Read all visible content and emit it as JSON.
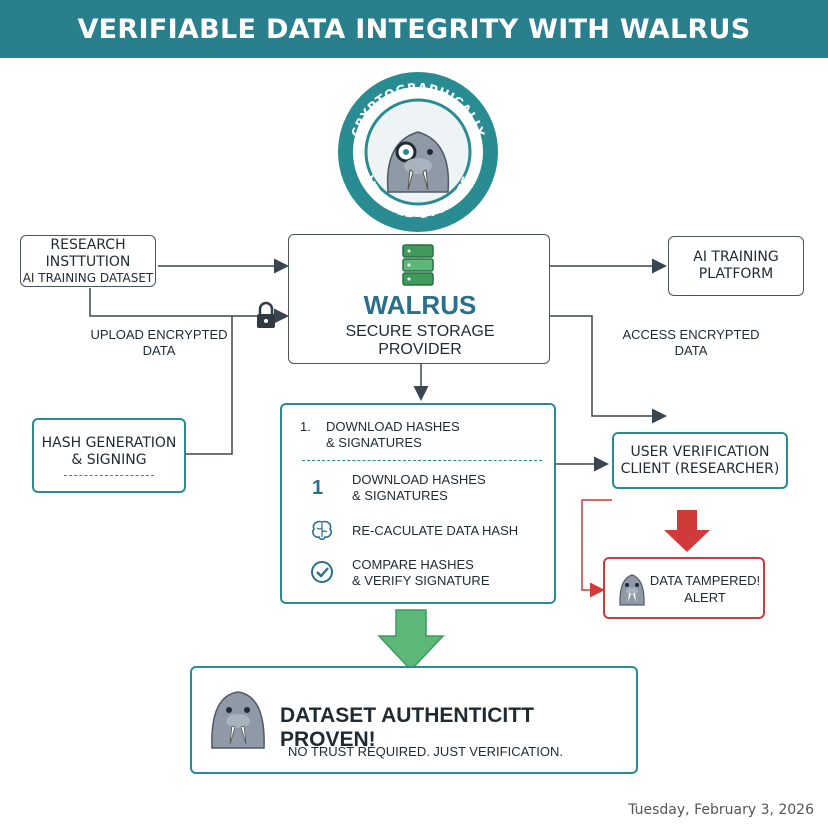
{
  "title": "VERIFIABLE DATA INTEGRITY WITH WALRUS",
  "seal": {
    "top_text": "CRYPTOGRAPHICALLY",
    "bottom_text": "VERIFIED STORAGE",
    "icon": "walrus-monocle-icon"
  },
  "research": {
    "line1": "RESEARCH",
    "line2": "INSTTUTION",
    "line3": "AI TRAINING DATASET"
  },
  "upload_label": {
    "line1": "UPLOAD ENCRYPTED",
    "line2": "DATA"
  },
  "hash_box": {
    "line1": "HASH GENERATION",
    "line2": "& SIGNING"
  },
  "walrus": {
    "name": "WALRUS",
    "line1": "SECURE STORAGE",
    "line2": "PROVIDER",
    "icon": "server-stack-icon"
  },
  "ai_platform": {
    "line1": "AI TRAINING",
    "line2": "PLATFORM"
  },
  "access_label": "ACCESS ENCRYPTED DATA",
  "steps": {
    "header_num": "1.",
    "header_line1": "DOWNLOAD HASHES",
    "header_line2": "& SIGNATURES",
    "items": [
      {
        "marker": "1",
        "line1": "DOWNLOAD HASHES",
        "line2": "& SIGNATURES"
      },
      {
        "marker": "",
        "line1": "RE-CACULATE DATA HASH",
        "line2": "",
        "icon": "brain-icon"
      },
      {
        "marker": "",
        "line1": "COMPARE HASHES",
        "line2": "& VERIFY SIGNATURE",
        "icon": "check-circle-icon"
      }
    ]
  },
  "verify_client": {
    "line1": "USER VERIFICATION",
    "line2": "CLIENT (RESEARCHER)"
  },
  "alert": {
    "line1": "DATA TAMPERED!",
    "line2": "ALERT",
    "icon": "walrus-icon"
  },
  "result": {
    "headline": "DATASET AUTHENTICITT PROVEN!",
    "subline": "NO TRUST REQUIRED. JUST VERIFICATION.",
    "icon": "walrus-icon"
  },
  "date": "Tuesday, February 3, 2026",
  "colors": {
    "banner": "#2a7f8c",
    "teal": "#2a8c93",
    "alert_red": "#d23a3a",
    "success_green": "#5cb878",
    "walrus_grey": "#8f9aa6"
  }
}
